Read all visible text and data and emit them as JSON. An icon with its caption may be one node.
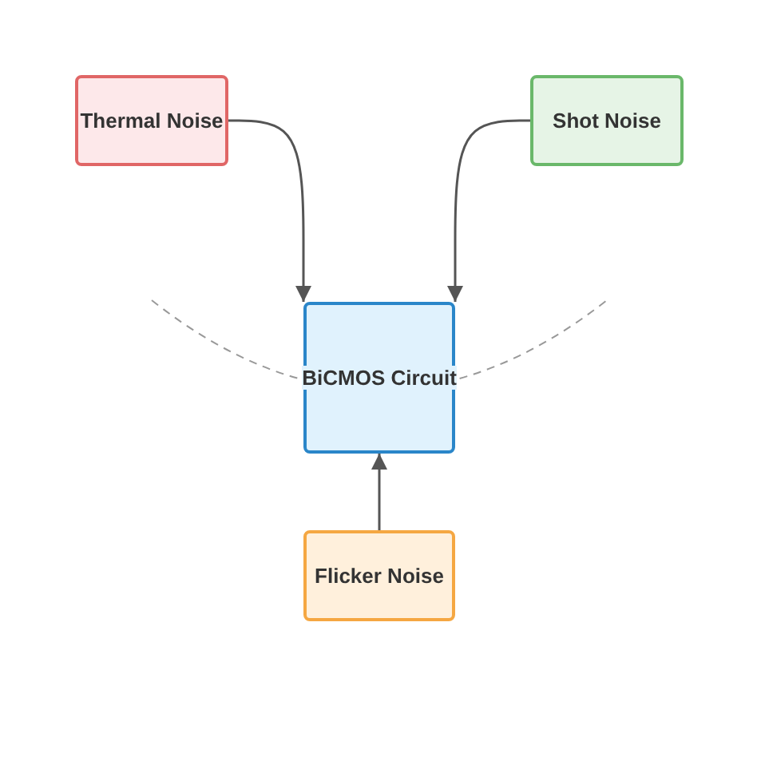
{
  "diagram": {
    "nodes": [
      {
        "text": [
          "Thermal Noise"
        ]
      },
      {
        "text": [
          "Shot Noise"
        ]
      },
      {
        "text": [
          "BiCMOS Circuit"
        ]
      },
      {
        "text": [
          "Flicker Noise"
        ]
      }
    ],
    "edges": [
      {
        "from": 0,
        "to": 2,
        "arrow": "to"
      },
      {
        "from": 1,
        "to": 2,
        "arrow": "to"
      },
      {
        "from": 3,
        "to": 2,
        "arrow": "to"
      }
    ]
  }
}
